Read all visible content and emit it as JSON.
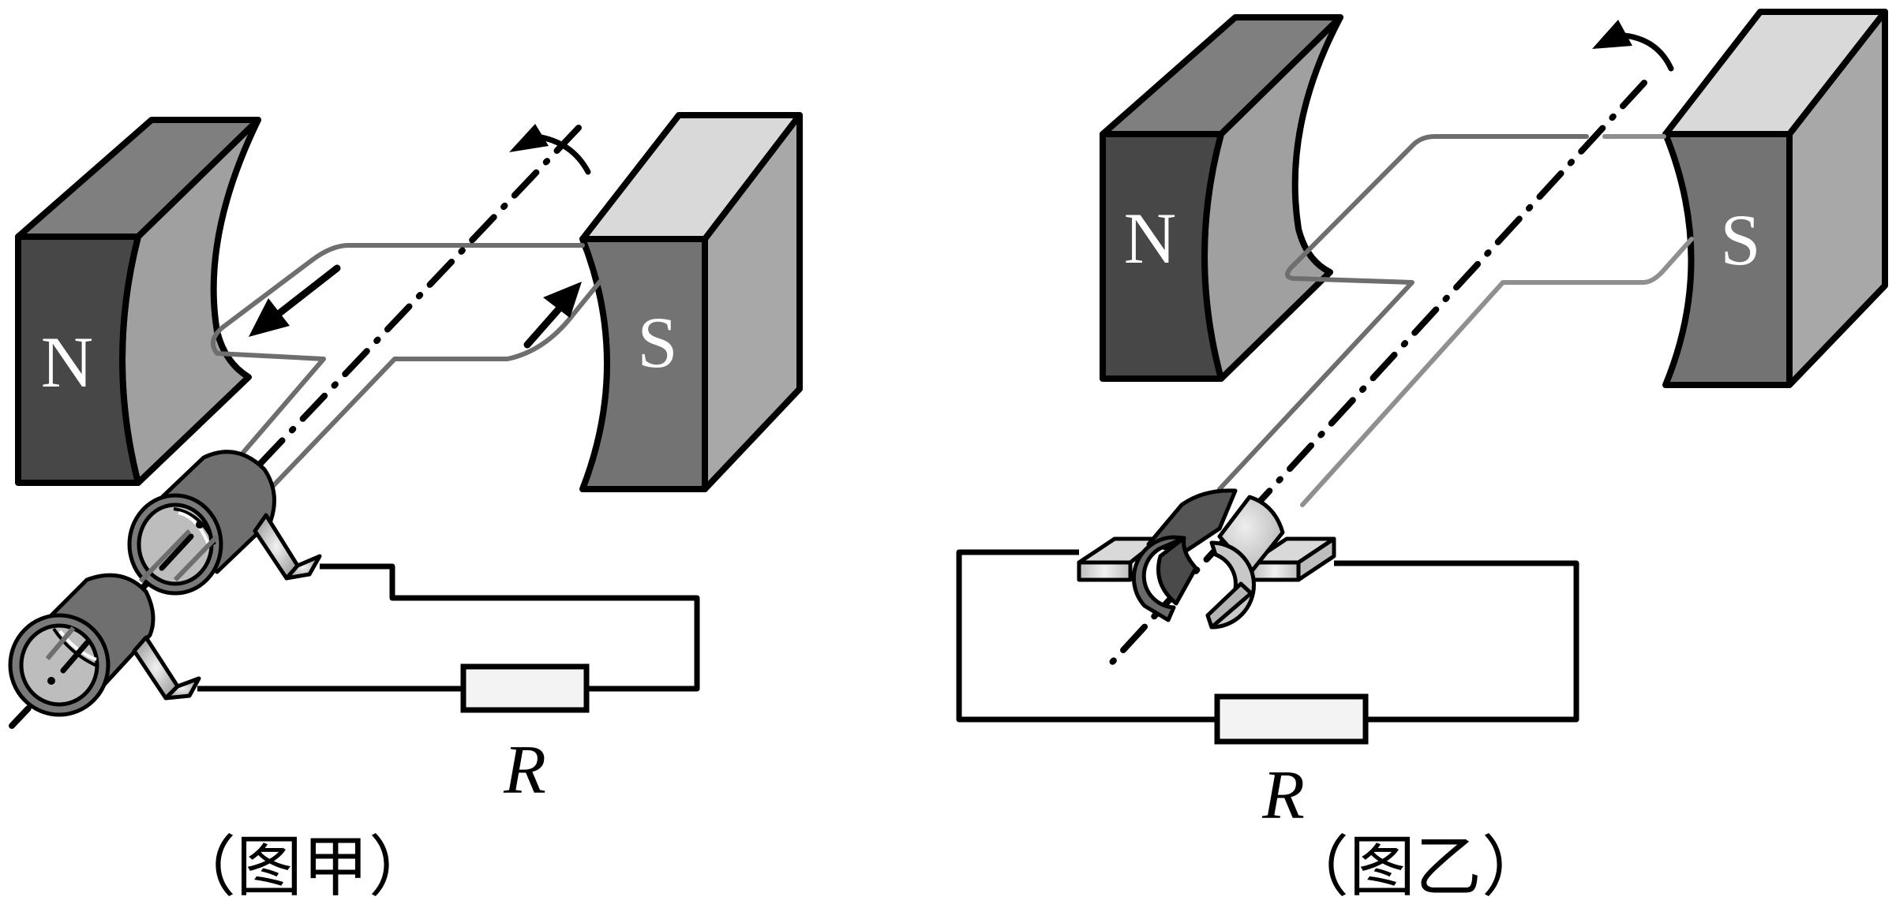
{
  "figure_left": {
    "caption": "（图甲）",
    "magnet_north_label": "N",
    "magnet_south_label": "S",
    "resistor_label": "R",
    "collector_type": "slip-rings",
    "current_arrows": [
      "toward-N-pole-on-near-side",
      "away-on-far-side"
    ],
    "rotation": "counterclockwise-arrow-about-axis"
  },
  "figure_right": {
    "caption": "（图乙）",
    "magnet_north_label": "N",
    "magnet_south_label": "S",
    "resistor_label": "R",
    "collector_type": "split-ring-commutator",
    "rotation": "counterclockwise-arrow-about-axis"
  },
  "colors": {
    "north_front": "#474747",
    "north_top": "#7f7f7f",
    "north_pole_face": "#a0a0a0",
    "south_front": "#737373",
    "south_top": "#d9d9d9",
    "south_side": "#a8a8a8",
    "coil_wire": "#6e6e6e",
    "resistor_fill": "#f3f3f3"
  }
}
